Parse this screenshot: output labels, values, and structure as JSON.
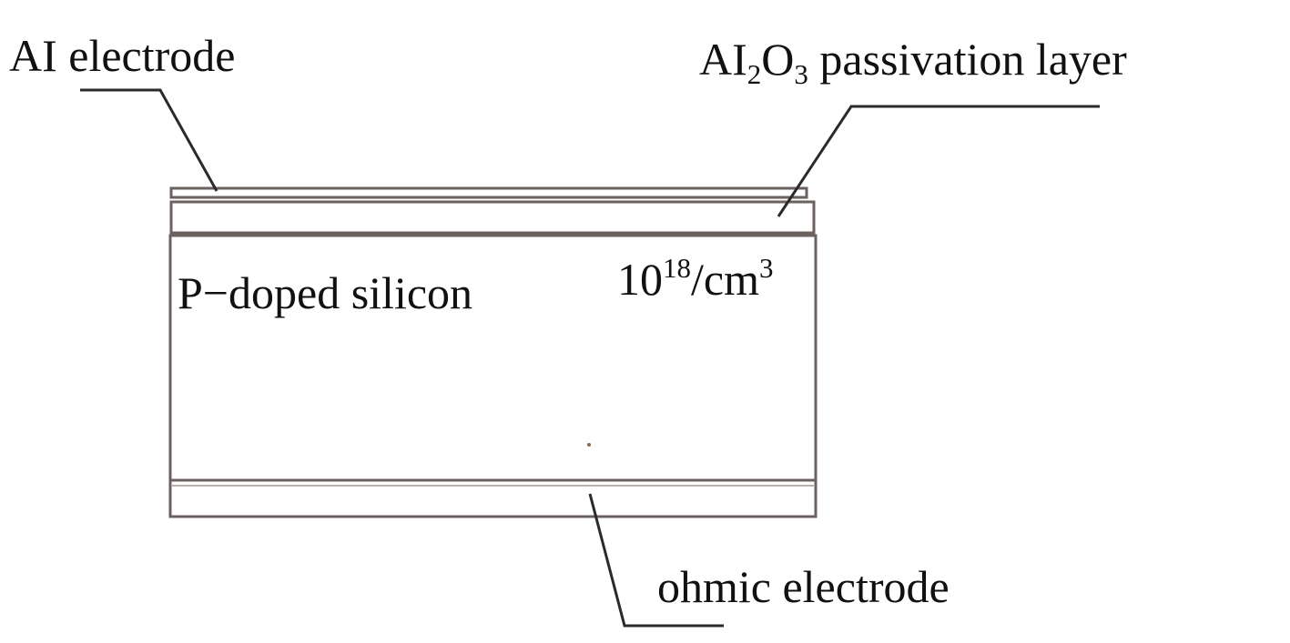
{
  "labels": {
    "al_electrode": "AI electrode",
    "passivation_prefix": "AI",
    "passivation_sub_1": "2",
    "passivation_mid": "O",
    "passivation_sub_2": "3",
    "passivation_suffix": " passivation layer",
    "silicon": "P−doped silicon",
    "doping_base": "10",
    "doping_exp_1": "18",
    "doping_unit": "/cm",
    "doping_exp_2": "3",
    "ohmic": "ohmic electrode"
  },
  "colors": {
    "layer_stroke": "#6b6260",
    "leader_line": "#2a2a2a",
    "inner_line": "#b8b2ae",
    "text": "#111111"
  }
}
